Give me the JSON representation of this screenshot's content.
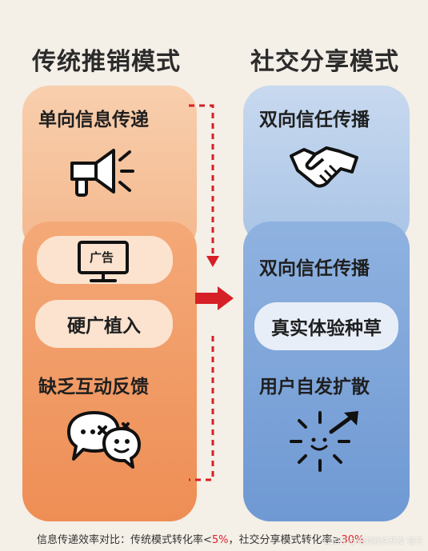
{
  "left_title": "传统推销模式",
  "right_title": "社交分享模式",
  "left": {
    "top_label": "单向信息传递",
    "ad_label": "广告",
    "pill_label": "硬广植入",
    "bottom_label": "缺乏互动反馈"
  },
  "right": {
    "top_label": "双向信任传播",
    "mid_label": "双向信任传播",
    "pill_label": "真实体验种草",
    "bottom_label": "用户自发扩散"
  },
  "footer": {
    "prefix": "信息传递效率对比：传统模式转化率<",
    "value1": "5%",
    "middle": "，社交分享模式转化率≥",
    "value2": "30%"
  },
  "watermark": "CSDN @电商软件开发 银子",
  "colors": {
    "left_light": "#f8cfae",
    "left_dark": "#ee8e55",
    "right_light": "#c8d9ef",
    "right_dark": "#6f99d3",
    "arrow_red": "#d61f26"
  },
  "icons": [
    "megaphone-icon",
    "handshake-icon",
    "monitor-icon",
    "chat-bubbles-icon",
    "burst-smile-arrow-icon"
  ]
}
